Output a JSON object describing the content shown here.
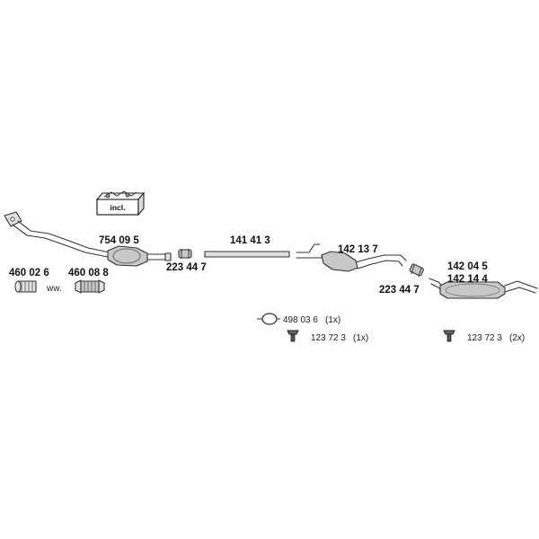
{
  "parts": {
    "catalytic_converter": "754 09 5",
    "clamp_front": "223 44 7",
    "clamp_rear": "223 44 7",
    "pipe_middle": "141 41 3",
    "middle_silencer": "142 13 7",
    "rear_silencer_a": "142 04 5",
    "rear_silencer_b": "142 14 4",
    "flex_pipe_a": "460 02 6",
    "flex_pipe_b": "460 08 8",
    "alternative_sep": "ww.",
    "rubber_ring": "498 03 6",
    "rubber_ring_qty": "(1x)",
    "hanger_1": "123 72 3",
    "hanger_1_qty": "(1x)",
    "hanger_2": "123 72 3",
    "hanger_2_qty": "(2x)",
    "kit_label": "incl."
  }
}
